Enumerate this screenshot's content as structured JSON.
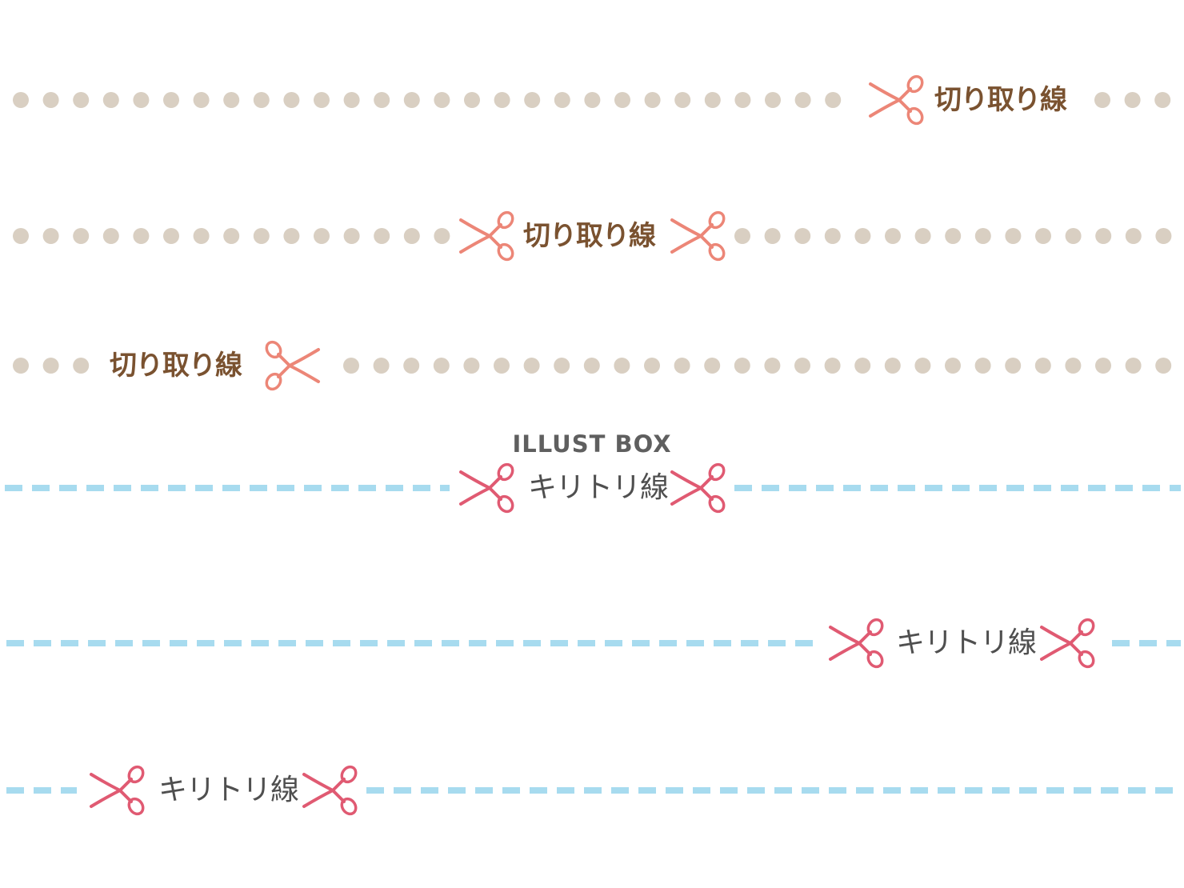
{
  "colors": {
    "dot": "#d9cfc2",
    "dash": "#a7dbef",
    "brown_text": "#7a5230",
    "grey_text": "#4f4f4f",
    "salmon_scissors": "#ec8677",
    "pink_scissors": "#e05a72",
    "watermark": "#5f5f5f"
  },
  "dotted_rows": [
    {
      "label": "切り取り線"
    },
    {
      "label": "切り取り線"
    },
    {
      "label": "切り取り線"
    }
  ],
  "watermark": "ILLUST BOX",
  "dashed_rows": [
    {
      "label": "キリトリ線"
    },
    {
      "label": "キリトリ線"
    },
    {
      "label": "キリトリ線"
    }
  ],
  "icons": {
    "scissors": "scissors-icon"
  }
}
